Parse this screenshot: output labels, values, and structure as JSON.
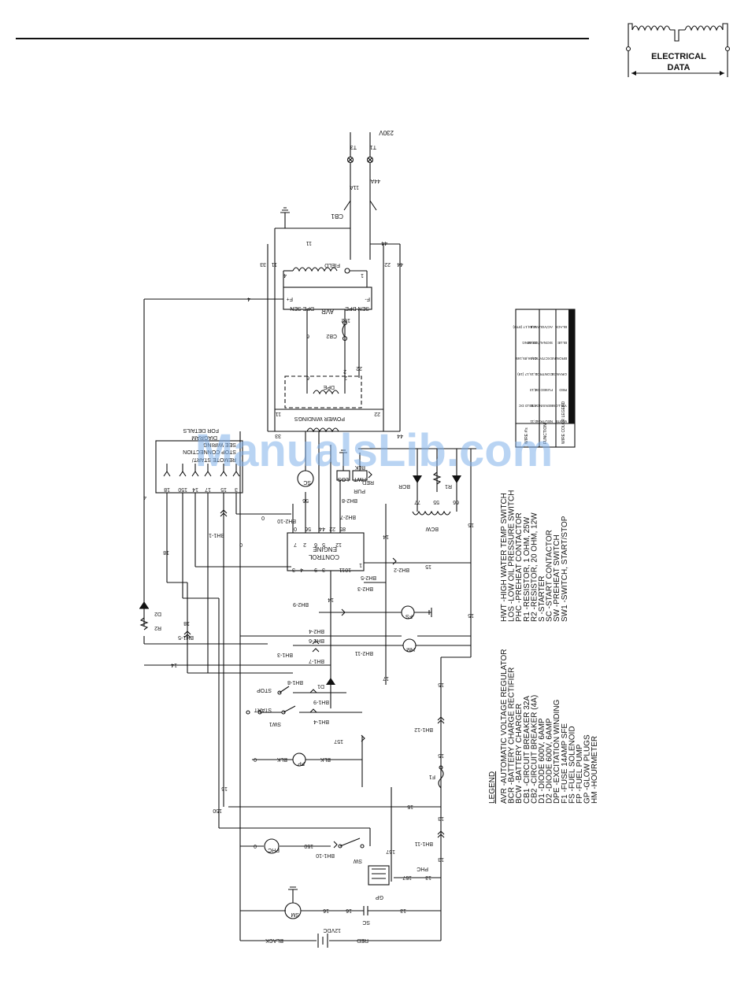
{
  "header": {
    "badge_line1": "ELECTRICAL",
    "badge_line2": "DATA"
  },
  "watermark": "ManualsLib.com",
  "diagram": {
    "supply": {
      "voltage": "230V",
      "t1": "T1",
      "t3": "T3",
      "w44a": "44A",
      "w11a": "11A",
      "cb1": "CB1"
    },
    "terminal_top": [
      "11",
      "33",
      "22",
      "44"
    ],
    "avr": {
      "name": "AVR",
      "f_plus": "F+",
      "f_minus": "F-",
      "dpe_sen": "DPE SEN",
      "sen_dpe": "SEN DPE",
      "field": "FIELD",
      "cb2": "CB2",
      "cb2_num": "162",
      "w4": "4",
      "w1": "1",
      "w6": "6",
      "w2": "2",
      "w22": "22"
    },
    "gen": {
      "power_windings": "POWER\nWINDINGS",
      "dpe": "DPE",
      "w11": "11",
      "w22": "22",
      "w33": "33",
      "w44": "44",
      "w6": "6",
      "w2": "2"
    },
    "remote": {
      "line1": "REMOTE START/",
      "line2": "STOP CONNECTION",
      "line3": "SEE WIRING",
      "line4": "DIAGRAM",
      "line5": "FOR DETAILS",
      "pins": [
        "18",
        "150",
        "14",
        "17",
        "15",
        "3"
      ]
    },
    "ecm": {
      "line1": "ENGINE",
      "line2": "CONTROL",
      "top_pins": [
        "7",
        "2",
        "6",
        "5",
        "12"
      ],
      "bot_pins": [
        "3",
        "4",
        "9",
        "3",
        "11",
        "10",
        "1"
      ],
      "top_wires": [
        "0",
        "56",
        "44",
        "22",
        "85"
      ]
    },
    "switches": {
      "sw1": "SW1",
      "start": "START",
      "stop": "STOP",
      "sw": "SW",
      "d1": "D1",
      "d2": "D2",
      "r2": "R2",
      "r1": "R1",
      "bcr": "BCR",
      "bcw": "BCW",
      "hwt": "HWT",
      "los": "LOS",
      "blk": "BLK",
      "red": "RED",
      "pur": "PUR"
    },
    "components": {
      "sc": "SC",
      "fs": "FS",
      "hm": "HM",
      "fp": "FP",
      "phc": "PHC",
      "sm": "SM",
      "gp": "GP",
      "f1": "F1",
      "battery": "12VDC",
      "black": "BLACK",
      "red": "RED",
      "blk": "BLK"
    },
    "wire_numbers": {
      "n4": "4",
      "n14": "14",
      "n15": "15",
      "n17": "17",
      "n18": "18",
      "n0": "0",
      "n13": "13",
      "n16": "16",
      "n150": "150",
      "n157": "157",
      "n56": "56",
      "n77": "77",
      "n55": "55",
      "n66": "66"
    },
    "connectors": [
      "BH2-10",
      "BH2-9",
      "BH2-7",
      "BH2-8",
      "BH1-1",
      "BH1-5",
      "BH1-8",
      "BH1-9",
      "BH1-4",
      "BH1-7",
      "BH2-4",
      "BH1-12",
      "BH1-10",
      "BH1-11",
      "BH1-6",
      "BH2-2",
      "BH2-5",
      "BH2-3",
      "BH1-3",
      "BH2-11"
    ]
  },
  "wire_table": {
    "headers": [
      "WIRE COLOR LEGEND",
      "FUNCTION",
      "WIRE #'s"
    ],
    "rows": [
      [
        "WHITE",
        "NEUTRAL",
        "0,11"
      ],
      [
        "YELLOW",
        "SENSING-FIELD DC",
        "4,11"
      ],
      [
        "RED",
        "FUSED DC",
        "4,13"
      ],
      [
        "ORANGE",
        "CONTROL",
        "3,15,17 (18)"
      ],
      [
        "BROWN",
        "EXCITATION",
        "44,56,85,165"
      ],
      [
        "BLUE",
        "SIGNAL/SENSING",
        "22,44"
      ],
      [
        "BLACK",
        "AC/VOLTAGE",
        "11,44,17 (8TD)"
      ]
    ]
  },
  "legend": {
    "title": "LEGEND",
    "col1": [
      "AVR  -AUTOMATIC VOLTAGE REGULATOR",
      "BCR  -BATTERY CHARGE RECTIFIER",
      "BCW  -BATTERY CHARGER",
      "CB1  -CIRCUIT BREAKER 32A",
      "CB2  -CIRCUIT BREAKER (4A)",
      "D1   -DIODE 600V, 6AMP",
      "D2   -DIODE 600V, 6AMP",
      "DPE  -EXCITATION WINDING",
      "F1   -FUSE 14AMP SFE",
      "FS   -FUEL SOLENOID",
      "FP   -FUEL PUMP",
      "GP   -GLOW PLUGS",
      "HM   -HOURMETER"
    ],
    "col2": [
      "HWT  -HIGH WATER TEMP SWITCH",
      "LOS  -LOW OIL PRESSURE SWITCH",
      "PHC  -PREHEAT CONTACTOR",
      "R1   -RESISTOR, 1 OHM, 25W",
      "R2   -RESISTOR, 20 OHM, 12W",
      "S    -STARTER",
      "SC   -START CONTACTOR",
      "SW   -PREHEAT SWITCH",
      "SW1  -SWITCH, START/STOP"
    ]
  }
}
